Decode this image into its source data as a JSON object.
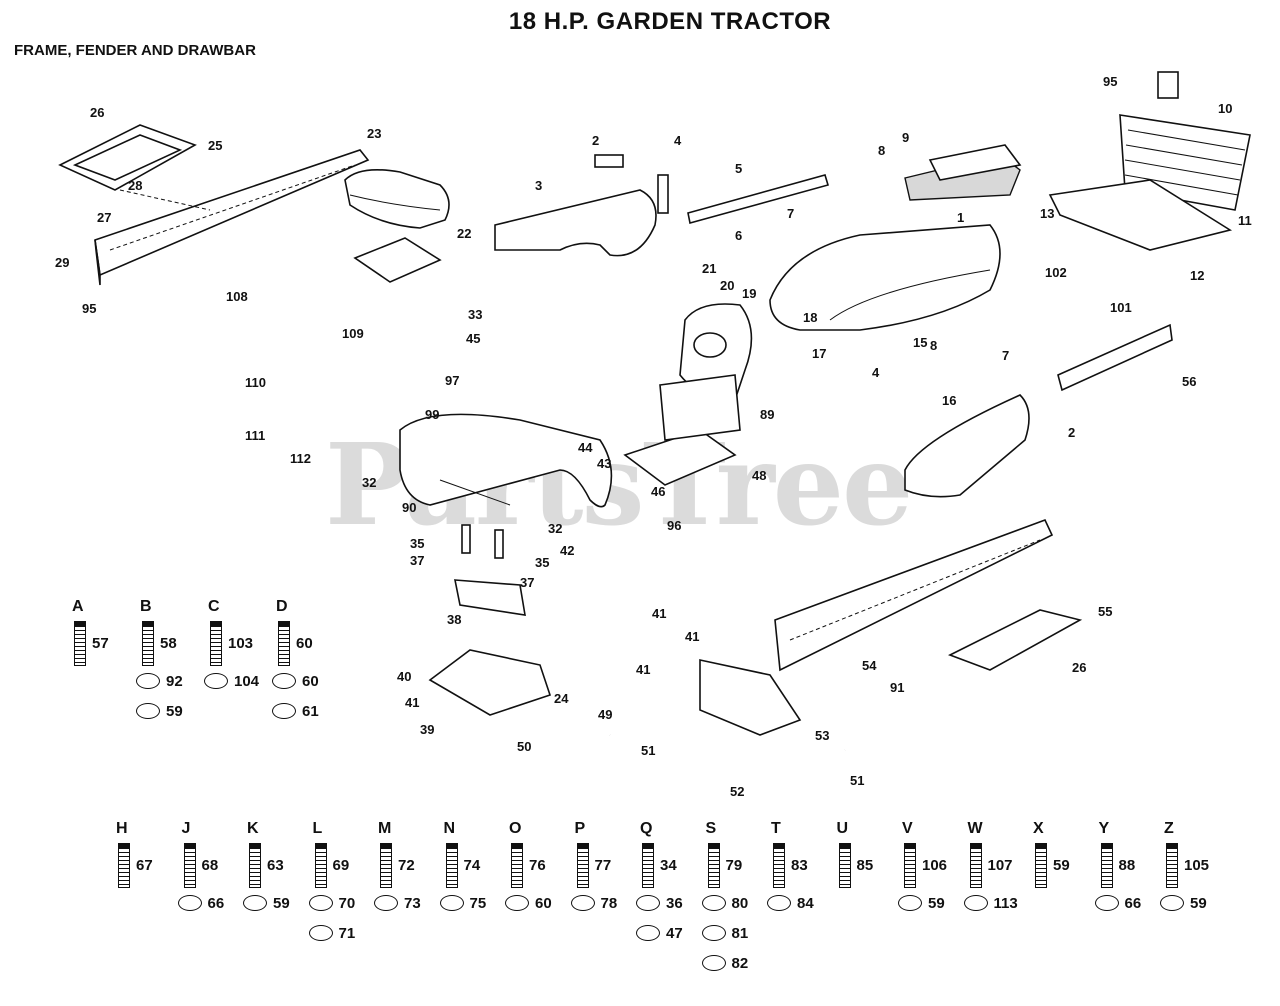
{
  "title": "18 H.P. GARDEN TRACTOR",
  "subtitle": "FRAME, FENDER AND DRAWBAR",
  "watermark": "PartsTree",
  "callouts": [
    {
      "id": "c95a",
      "text": "95"
    },
    {
      "id": "c10",
      "text": "10"
    },
    {
      "id": "c26",
      "text": "26"
    },
    {
      "id": "c25",
      "text": "25"
    },
    {
      "id": "c28",
      "text": "28"
    },
    {
      "id": "c27",
      "text": "27"
    },
    {
      "id": "c29",
      "text": "29"
    },
    {
      "id": "c95b",
      "text": "95"
    },
    {
      "id": "c23",
      "text": "23"
    },
    {
      "id": "c2a",
      "text": "2"
    },
    {
      "id": "c4a",
      "text": "4"
    },
    {
      "id": "c3",
      "text": "3"
    },
    {
      "id": "c5",
      "text": "5"
    },
    {
      "id": "c9",
      "text": "9"
    },
    {
      "id": "c8a",
      "text": "8"
    },
    {
      "id": "c1",
      "text": "1"
    },
    {
      "id": "c11",
      "text": "11"
    },
    {
      "id": "c13",
      "text": "13"
    },
    {
      "id": "c12",
      "text": "12"
    },
    {
      "id": "c101",
      "text": "101"
    },
    {
      "id": "c102",
      "text": "102"
    },
    {
      "id": "c22",
      "text": "22"
    },
    {
      "id": "c108",
      "text": "108"
    },
    {
      "id": "c33",
      "text": "33"
    },
    {
      "id": "c45",
      "text": "45"
    },
    {
      "id": "c109",
      "text": "109"
    },
    {
      "id": "c110",
      "text": "110"
    },
    {
      "id": "c111",
      "text": "111"
    },
    {
      "id": "c112",
      "text": "112"
    },
    {
      "id": "c97",
      "text": "97"
    },
    {
      "id": "c99",
      "text": "99"
    },
    {
      "id": "c21",
      "text": "21"
    },
    {
      "id": "c20",
      "text": "20"
    },
    {
      "id": "c19",
      "text": "19"
    },
    {
      "id": "c6",
      "text": "6"
    },
    {
      "id": "c7a",
      "text": "7"
    },
    {
      "id": "c18",
      "text": "18"
    },
    {
      "id": "c15",
      "text": "15"
    },
    {
      "id": "c8b",
      "text": "8"
    },
    {
      "id": "c7b",
      "text": "7"
    },
    {
      "id": "c17",
      "text": "17"
    },
    {
      "id": "c4b",
      "text": "4"
    },
    {
      "id": "c89",
      "text": "89"
    },
    {
      "id": "c56",
      "text": "56"
    },
    {
      "id": "c2b",
      "text": "2"
    },
    {
      "id": "c16",
      "text": "16"
    },
    {
      "id": "c44",
      "text": "44"
    },
    {
      "id": "c43",
      "text": "43"
    },
    {
      "id": "c32a",
      "text": "32"
    },
    {
      "id": "c90",
      "text": "90"
    },
    {
      "id": "c32b",
      "text": "32"
    },
    {
      "id": "c46",
      "text": "46"
    },
    {
      "id": "c48",
      "text": "48"
    },
    {
      "id": "c96",
      "text": "96"
    },
    {
      "id": "c35a",
      "text": "35"
    },
    {
      "id": "c35b",
      "text": "35"
    },
    {
      "id": "c42",
      "text": "42"
    },
    {
      "id": "c37a",
      "text": "37"
    },
    {
      "id": "c37b",
      "text": "37"
    },
    {
      "id": "c38",
      "text": "38"
    },
    {
      "id": "c41a",
      "text": "41"
    },
    {
      "id": "c41b",
      "text": "41"
    },
    {
      "id": "c41c",
      "text": "41"
    },
    {
      "id": "c41d",
      "text": "41"
    },
    {
      "id": "c55",
      "text": "55"
    },
    {
      "id": "c54",
      "text": "54"
    },
    {
      "id": "c91",
      "text": "91"
    },
    {
      "id": "c26b",
      "text": "26"
    },
    {
      "id": "c40",
      "text": "40"
    },
    {
      "id": "c39",
      "text": "39"
    },
    {
      "id": "c24",
      "text": "24"
    },
    {
      "id": "c49",
      "text": "49"
    },
    {
      "id": "c50",
      "text": "50"
    },
    {
      "id": "c51a",
      "text": "51"
    },
    {
      "id": "c52",
      "text": "52"
    },
    {
      "id": "c53",
      "text": "53"
    },
    {
      "id": "c51b",
      "text": "51"
    }
  ],
  "hardware_top": [
    {
      "letter": "A",
      "parts": [
        "57"
      ]
    },
    {
      "letter": "B",
      "parts": [
        "58",
        "92",
        "59"
      ]
    },
    {
      "letter": "C",
      "parts": [
        "103",
        "104"
      ]
    },
    {
      "letter": "D",
      "parts": [
        "60",
        "60",
        "61"
      ]
    }
  ],
  "hardware_bottom": [
    {
      "letter": "H",
      "parts": [
        "67"
      ]
    },
    {
      "letter": "J",
      "parts": [
        "68",
        "66"
      ]
    },
    {
      "letter": "K",
      "parts": [
        "63",
        "59"
      ]
    },
    {
      "letter": "L",
      "parts": [
        "69",
        "70",
        "71"
      ]
    },
    {
      "letter": "M",
      "parts": [
        "72",
        "73"
      ]
    },
    {
      "letter": "N",
      "parts": [
        "74",
        "75"
      ]
    },
    {
      "letter": "O",
      "parts": [
        "76",
        "60"
      ]
    },
    {
      "letter": "P",
      "parts": [
        "77",
        "78"
      ]
    },
    {
      "letter": "Q",
      "parts": [
        "34",
        "36",
        "47"
      ]
    },
    {
      "letter": "S",
      "parts": [
        "79",
        "80",
        "81",
        "82"
      ]
    },
    {
      "letter": "T",
      "parts": [
        "83",
        "84"
      ]
    },
    {
      "letter": "U",
      "parts": [
        "85"
      ]
    },
    {
      "letter": "V",
      "parts": [
        "106",
        "59"
      ]
    },
    {
      "letter": "W",
      "parts": [
        "107",
        "113"
      ]
    },
    {
      "letter": "X",
      "parts": [
        "59"
      ]
    },
    {
      "letter": "Y",
      "parts": [
        "88",
        "66"
      ]
    },
    {
      "letter": "Z",
      "parts": [
        "105",
        "59"
      ]
    }
  ]
}
